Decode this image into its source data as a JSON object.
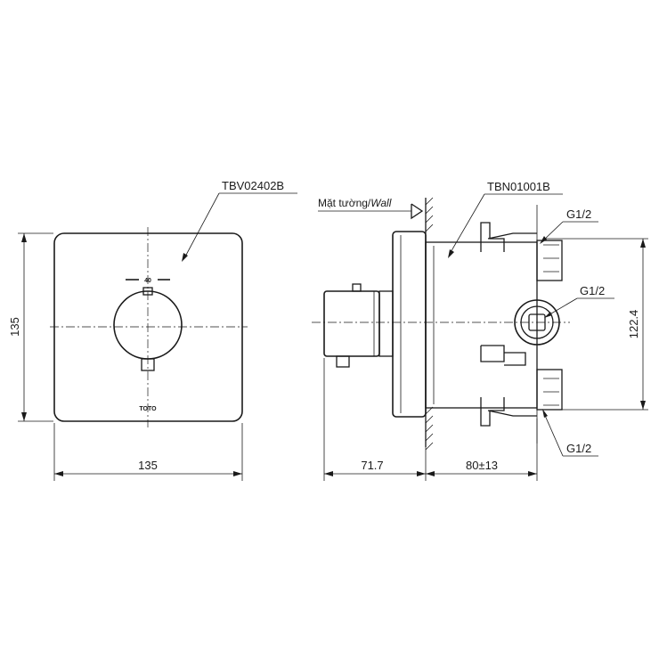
{
  "front_view": {
    "part_label": "TBV02402B",
    "dial_mark": "40",
    "brand_mark": "TOTO",
    "width_dim": "135",
    "height_dim": "135"
  },
  "side_view": {
    "wall_label_vi": "Mặt tường/",
    "wall_label_en": "Wall",
    "body_label": "TBN01001B",
    "port_top": "G1/2",
    "port_middle": "G1/2",
    "port_bottom": "G1/2",
    "height_dim": "122.4",
    "depth_front_dim": "71.7",
    "depth_back_dim": "80±13"
  }
}
